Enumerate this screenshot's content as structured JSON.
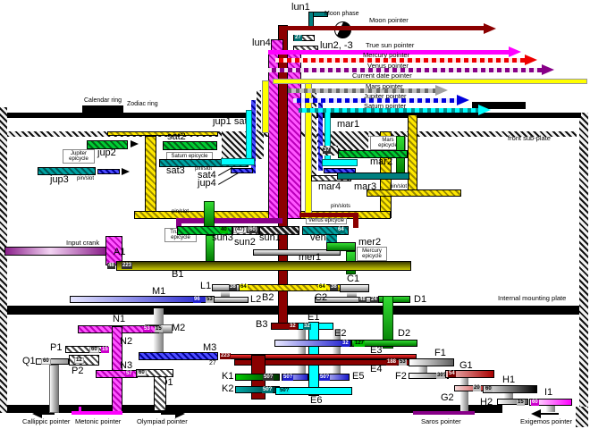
{
  "rings": {
    "calendar": "Calendar ring",
    "zodiac": "Zodiac ring"
  },
  "plates": {
    "front_sub": "front sub-plate",
    "internal": "Internal mounting plate"
  },
  "crank": {
    "label": "Input crank"
  },
  "moon": {
    "phase_label": "Moon phase"
  },
  "pointers": {
    "moon": "Moon pointer",
    "true_sun": "True sun pointer",
    "mercury": "Mercury pointer",
    "venus": "Venus pointer",
    "current_date": "Current date pointer",
    "mars": "Mars pointer",
    "jupiter": "Jupiter pointer",
    "saturn": "Saturn pointer",
    "callippic": "Callippic pointer",
    "metonic": "Metonic pointer",
    "olympiad": "Olympiad pointer",
    "saros": "Saros pointer",
    "exigemos": "Exigemos pointer"
  },
  "annotations": {
    "pin_slot": "pin/slot",
    "pin_slots": "pin/slots",
    "jupiter_epicycle": "Jupiter epicycle",
    "saturn_epicycle": "Saturn epicycle",
    "mars_epicycle": "Mars epicycle",
    "true_sun_epicycle": "True sun epicycle",
    "venus_epicycle": "Venus epicycle",
    "mercury_epicycle": "Mercury epicycle"
  },
  "gears": {
    "lun1": "lun1",
    "lun23": "lun2, -3",
    "lun4": "lun4",
    "jup1sat1": "jup1 sat1",
    "mar1": "mar1",
    "jup2": "jup2",
    "jup3": "jup3",
    "jup4": "jup4",
    "sat2": "sat2",
    "sat3": "sat3",
    "sat4": "sat4",
    "mar2": "mar2",
    "mar3": "mar3",
    "mar4": "mar4",
    "sun1": "sun1",
    "sun2": "sun2",
    "sun3": "sun3",
    "ven1": "ven1",
    "mer1": "mer1",
    "mer2": "mer2",
    "a1": "A1",
    "b1": "B1",
    "b2": "B2",
    "b3": "B3",
    "c1": "C1",
    "c2": "C2",
    "d1": "D1",
    "d2": "D2",
    "e1": "E1",
    "e2": "E2",
    "e3": "E3",
    "e4": "E4",
    "e5": "E5",
    "e6": "E6",
    "f1": "F1",
    "f2": "F2",
    "g1": "G1",
    "g2": "G2",
    "h1": "H1",
    "h2": "H2",
    "i1": "I1",
    "k1": "K1",
    "k2": "K2",
    "l1": "L1",
    "l2": "L2",
    "m1": "M1",
    "m2": "M2",
    "m3": "M3",
    "n1": "N1",
    "n2": "N2",
    "n3": "N3",
    "o1": "O1",
    "p1": "P1",
    "p2": "P2",
    "q1": "Q1"
  },
  "counts": {
    "a1": "48",
    "b1": "223",
    "b2": "64",
    "b3": "32",
    "c1": "38",
    "c2": "48",
    "d1": "24",
    "d2": "127",
    "e1": "32",
    "e2": "32",
    "e3": "223",
    "e4": "188",
    "e5": "50?",
    "e6": "50?",
    "f1": "53",
    "f2": "30?",
    "g1": "54",
    "g2": "20",
    "h1": "60",
    "h2": "15",
    "i1": "60",
    "k1": "50?",
    "k2": "50?",
    "l1": "38",
    "l2": "53",
    "m1": "96",
    "m2": "15",
    "m3": "27",
    "n1": "53",
    "n2": "15",
    "n3": "57",
    "o1": "60",
    "p1": "60",
    "p2": "12",
    "q1": "60",
    "lun23": "27",
    "sun1": "(60)",
    "sun2": "(47)",
    "sun3": "40",
    "ven1": "64",
    "mar_arbor": "37"
  },
  "colors": {
    "dark_red": "#8b0000",
    "magenta": "#ff00ff",
    "yellow": "#ffff00",
    "cyan": "#00ffff",
    "teal": "#008080",
    "green": "#00b000",
    "blue": "#0000cc",
    "purple": "#880088",
    "olive": "#808000"
  }
}
